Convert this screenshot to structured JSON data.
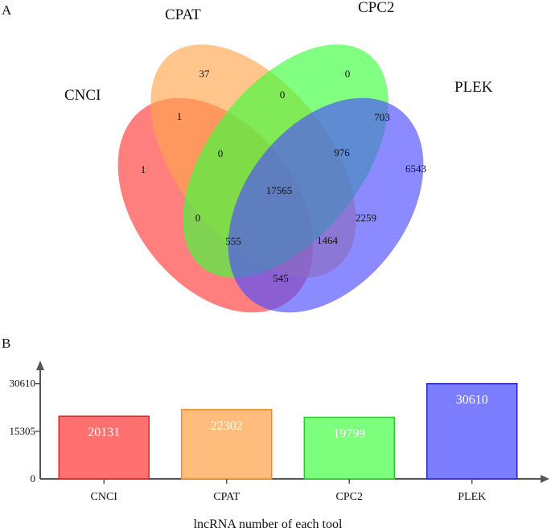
{
  "panels": {
    "a": "A",
    "b": "B"
  },
  "venn": {
    "sets": [
      {
        "name": "CNCI",
        "color": "#ff3b3b"
      },
      {
        "name": "CPAT",
        "color": "#ffa64d"
      },
      {
        "name": "CPC2",
        "color": "#3cff3c"
      },
      {
        "name": "PLEK",
        "color": "#4d4dff"
      }
    ],
    "regions": [
      {
        "sets": [
          "CNCI"
        ],
        "value": "1"
      },
      {
        "sets": [
          "CPAT"
        ],
        "value": "37"
      },
      {
        "sets": [
          "CPC2"
        ],
        "value": "0"
      },
      {
        "sets": [
          "PLEK"
        ],
        "value": "6543"
      },
      {
        "sets": [
          "CNCI",
          "CPAT"
        ],
        "value": "1"
      },
      {
        "sets": [
          "CPAT",
          "CPC2"
        ],
        "value": "0"
      },
      {
        "sets": [
          "CPC2",
          "PLEK"
        ],
        "value": "703"
      },
      {
        "sets": [
          "CNCI",
          "CPAT",
          "CPC2"
        ],
        "value": "0"
      },
      {
        "sets": [
          "CPAT",
          "CPC2",
          "PLEK"
        ],
        "value": "976"
      },
      {
        "sets": [
          "CNCI",
          "CPAT",
          "CPC2",
          "PLEK"
        ],
        "value": "17565"
      },
      {
        "sets": [
          "CNCI",
          "CPC2"
        ],
        "value": "0"
      },
      {
        "sets": [
          "CPAT",
          "PLEK"
        ],
        "value": "2259"
      },
      {
        "sets": [
          "CNCI",
          "CPC2",
          "PLEK"
        ],
        "value": "555"
      },
      {
        "sets": [
          "CNCI",
          "CPAT",
          "PLEK"
        ],
        "value": "1464"
      },
      {
        "sets": [
          "CNCI",
          "PLEK"
        ],
        "value": "545"
      }
    ]
  },
  "chart_data": {
    "type": "bar",
    "categories": [
      "CNCI",
      "CPAT",
      "CPC2",
      "PLEK"
    ],
    "values": [
      20131,
      22302,
      19799,
      30610
    ],
    "colors": [
      "#ff7070",
      "#ffbd7d",
      "#7dff7d",
      "#7d7dff"
    ],
    "edge_colors": [
      "#e02020",
      "#f08c2a",
      "#2ccc2c",
      "#2424c8"
    ],
    "value_labels": [
      "20131",
      "22302",
      "19799",
      "30610"
    ],
    "yticks": [
      0,
      15305,
      30610
    ],
    "ytick_labels": [
      "0",
      "15305",
      "30610"
    ],
    "ylim": [
      0,
      37000
    ],
    "xlabel": "lncRNA number of each tool",
    "ylabel": "",
    "title": "",
    "grid": false
  }
}
